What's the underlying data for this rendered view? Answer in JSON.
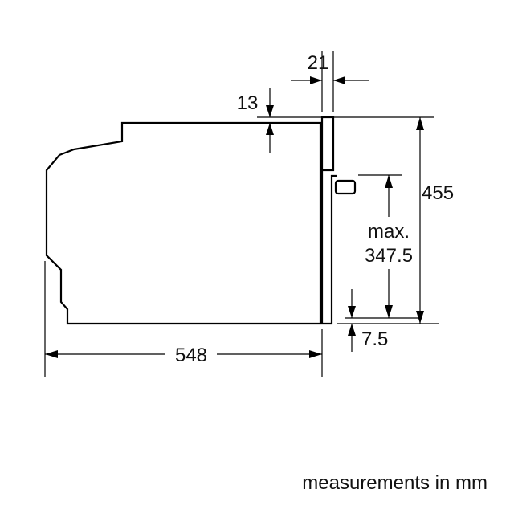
{
  "dimensions": {
    "width_548": "548",
    "frame_21": "21",
    "top_gap_13": "13",
    "height_455": "455",
    "max_label": "max.",
    "max_value": "347.5",
    "bottom_7_5": "7.5"
  },
  "caption": "measurements in mm",
  "colors": {
    "line": "#000000",
    "background": "#ffffff"
  }
}
